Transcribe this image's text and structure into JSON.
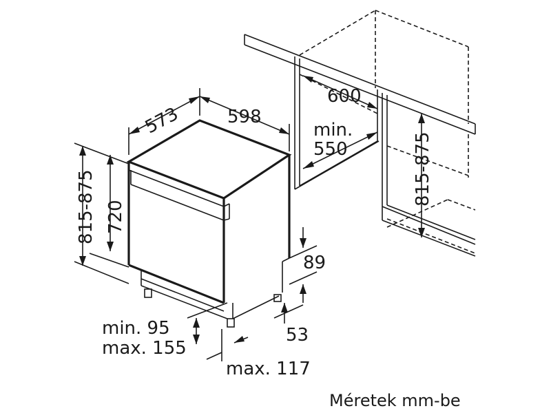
{
  "dimensions": {
    "depth": "573",
    "width": "598",
    "height_range_left": "815-875",
    "height_appliance": "720",
    "cabinet_width": "600",
    "cabinet_depth_label_1": "min.",
    "cabinet_depth_label_2": "550",
    "height_range_right": "815-875",
    "plinth_height": "89",
    "plinth_recess": "53",
    "door_min": "min. 95",
    "door_max": "max. 155",
    "foot_max": "max. 117"
  },
  "caption": "Méretek mm-be"
}
